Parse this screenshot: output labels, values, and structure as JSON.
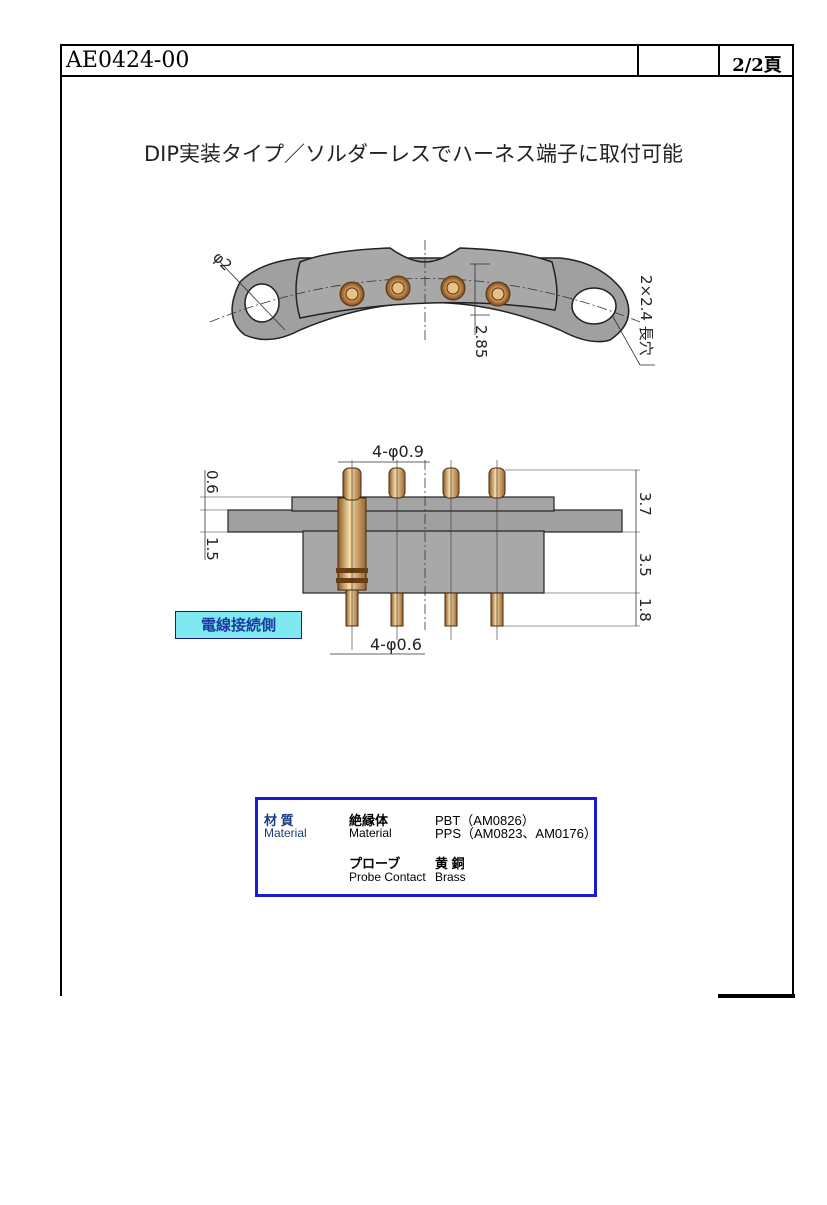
{
  "header": {
    "doc_code": "AE0424-00",
    "page": "2/2頁"
  },
  "title": "DIP実装タイプ／ソルダーレスでハーネス端子に取付可能",
  "top_view": {
    "dim_hole": "φ2",
    "dim_slot": "2×2.4 長穴",
    "dim_depth": "2.85"
  },
  "side_view": {
    "dim_pin_top": "4-φ0.9",
    "dim_pin_bottom": "4-φ0.6",
    "dim_0_6": "0.6",
    "dim_1_5": "1.5",
    "dim_3_7": "3.7",
    "dim_3_5": "3.5",
    "dim_1_8": "1.8",
    "wire_side_label": "電線接続側"
  },
  "material": {
    "head_jp": "材 質",
    "head_en": "Material",
    "insulator_jp": "絶縁体",
    "insulator_en": "Material",
    "insulator_val1": "PBT（AM0826）",
    "insulator_val2": "PPS（AM0823、AM0176）",
    "probe_jp": "プローブ",
    "probe_en": "Probe Contact",
    "probe_val_jp": "黄 銅",
    "probe_val_en": "Brass"
  }
}
